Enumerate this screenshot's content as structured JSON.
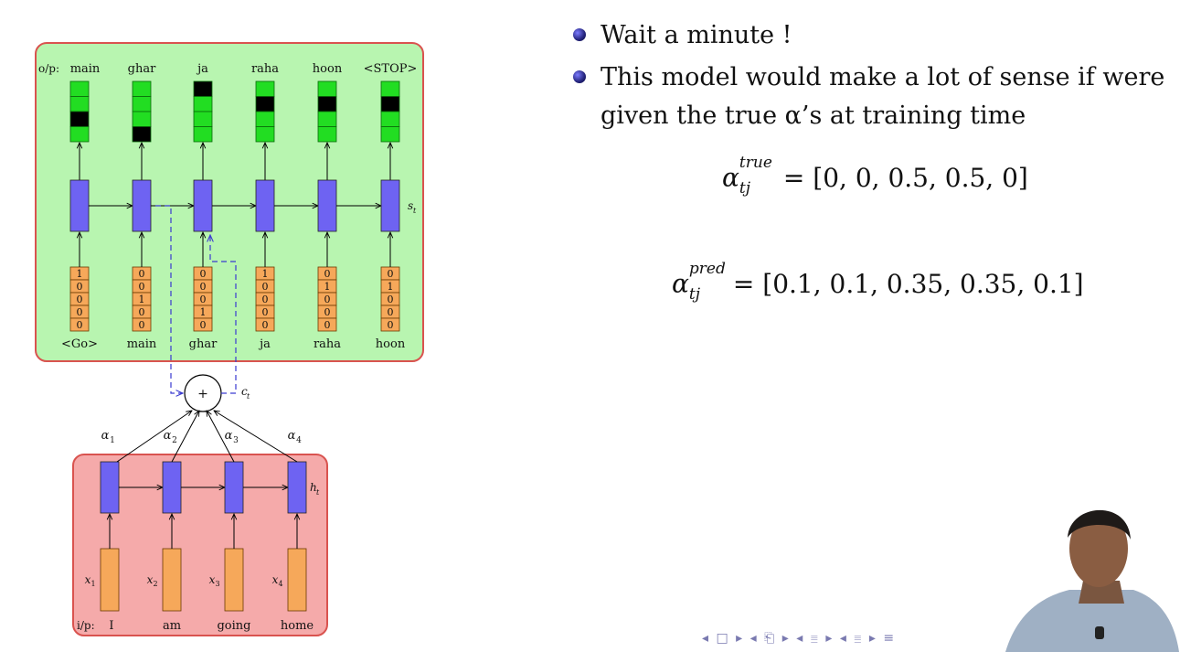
{
  "decoder": {
    "output_prefix": "o/p:",
    "outputs": [
      "main",
      "ghar",
      "ja",
      "raha",
      "hoon",
      "<STOP>"
    ],
    "onehot_active_index": [
      2,
      3,
      0,
      1,
      1,
      1
    ],
    "inputs_label": [
      "<Go>",
      "main",
      "ghar",
      "ja",
      "raha",
      "hoon"
    ],
    "input_vectors": [
      [
        "1",
        "0",
        "0",
        "0",
        "0"
      ],
      [
        "0",
        "0",
        "1",
        "0",
        "0"
      ],
      [
        "0",
        "0",
        "0",
        "1",
        "0"
      ],
      [
        "1",
        "0",
        "0",
        "0",
        "0"
      ],
      [
        "0",
        "1",
        "0",
        "0",
        "0"
      ],
      [
        "0",
        "1",
        "0",
        "0",
        "0"
      ]
    ],
    "state_label": "s",
    "state_sub": "t"
  },
  "attention": {
    "plus": "+",
    "context_label": "c",
    "context_sub": "t",
    "alphas": [
      {
        "sym": "α",
        "sub": "1"
      },
      {
        "sym": "α",
        "sub": "2"
      },
      {
        "sym": "α",
        "sub": "3"
      },
      {
        "sym": "α",
        "sub": "4"
      }
    ]
  },
  "encoder": {
    "input_prefix": "i/p:",
    "words": [
      "I",
      "am",
      "going",
      "home"
    ],
    "x_labels": [
      {
        "sym": "x",
        "sub": "1"
      },
      {
        "sym": "x",
        "sub": "2"
      },
      {
        "sym": "x",
        "sub": "3"
      },
      {
        "sym": "x",
        "sub": "4"
      }
    ],
    "hidden_label": "h",
    "hidden_sub": "t"
  },
  "bullets": [
    "Wait a minute !",
    "This model would make a lot of sense if were given the true α’s at training time"
  ],
  "eq_true": {
    "lhs": "α",
    "sup": "true",
    "sub": "tj",
    "rhs": "= [0, 0, 0.5, 0.5, 0]"
  },
  "eq_pred": {
    "lhs": "α",
    "sup": "pred",
    "sub": "tj",
    "rhs": "= [0.1, 0.1, 0.35, 0.35, 0.1]"
  },
  "nav_glyphs": "◂ □ ▸ ◂ ⎗ ▸ ◂ ≣ ▸ ◂ ≣ ▸   ≡",
  "colors": {
    "decoder_bg": "#b8f5b0",
    "decoder_border": "#d9534f",
    "encoder_bg": "#f5aaaa",
    "encoder_border": "#d9534f",
    "rnn_cell": "#6e63f2",
    "output_cell": "#22dd22",
    "input_cell": "#f6a85a",
    "arrow": "#000000",
    "dashed": "#3a3ad0"
  }
}
